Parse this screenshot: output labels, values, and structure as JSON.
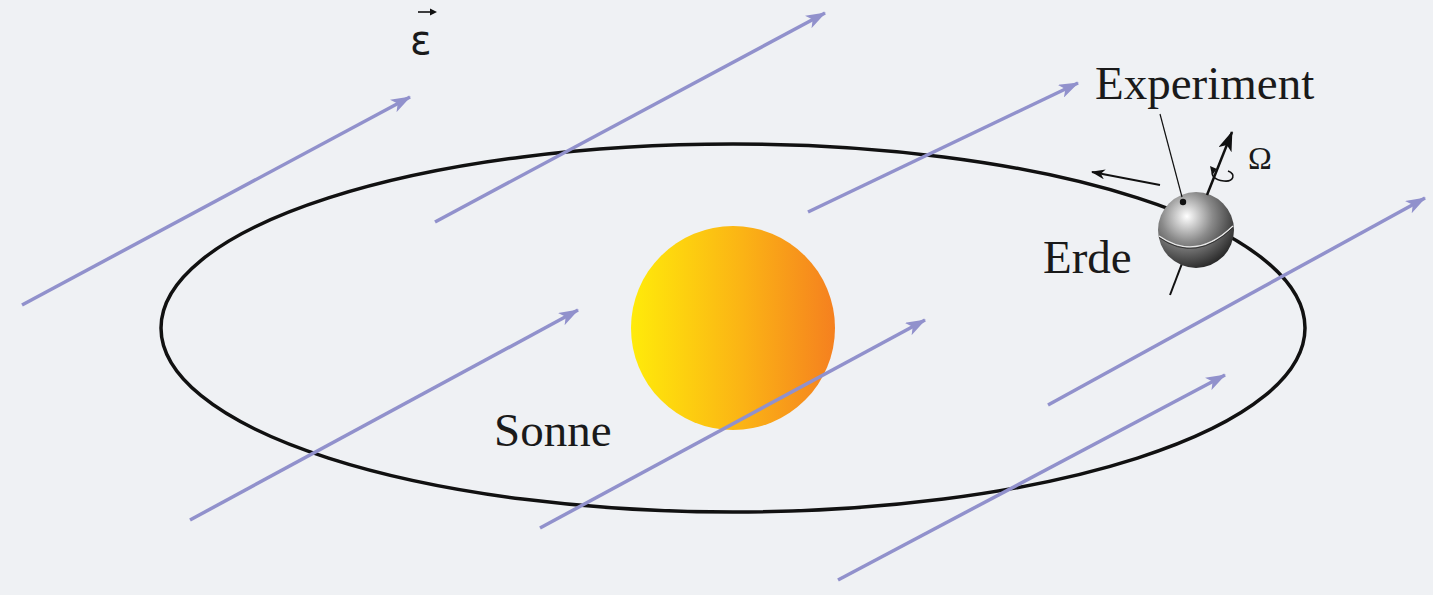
{
  "diagram": {
    "labels": [
      "ε",
      "Experiment",
      "Ω",
      "Erde",
      "Sonne"
    ]
  }
}
